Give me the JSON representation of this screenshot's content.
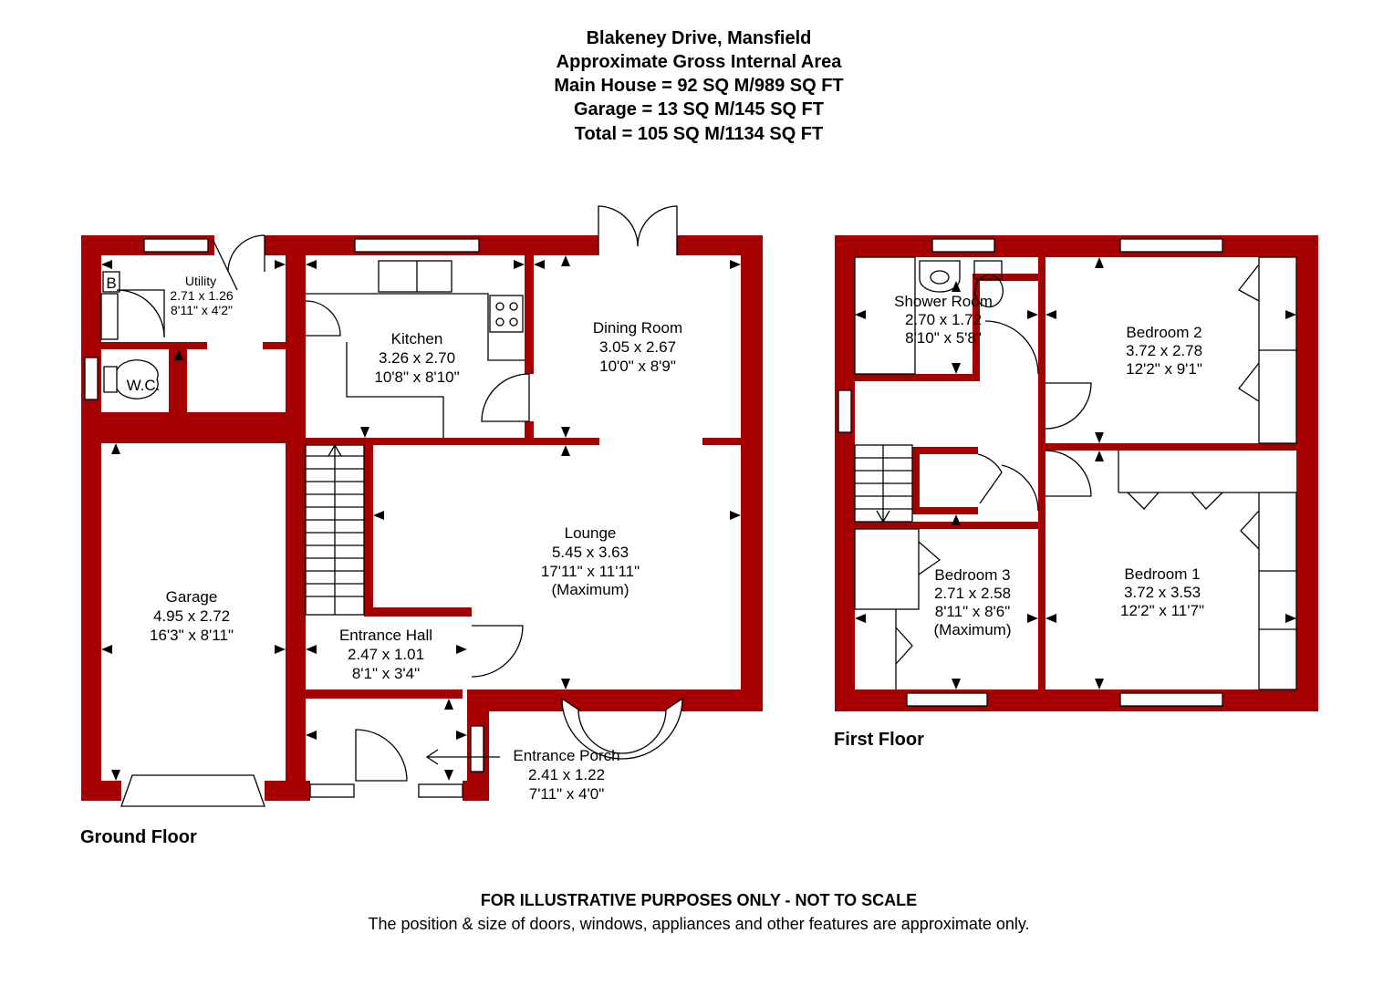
{
  "header": {
    "line1": "Blakeney Drive, Mansfield",
    "line2": "Approximate Gross Internal Area",
    "line3": "Main House = 92 SQ M/989 SQ FT",
    "line4": "Garage = 13 SQ M/145 SQ FT",
    "line5": "Total = 105 SQ M/1134 SQ FT"
  },
  "ground_floor": {
    "label": "Ground Floor",
    "rooms": {
      "utility": {
        "name": "Utility",
        "metric": "2.71 x 1.26",
        "imperial": "8'11\" x 4'2\""
      },
      "wc": {
        "name": "W.C."
      },
      "boiler": {
        "name": "B"
      },
      "kitchen": {
        "name": "Kitchen",
        "metric": "3.26 x 2.70",
        "imperial": "10'8\" x 8'10\""
      },
      "dining": {
        "name": "Dining Room",
        "metric": "3.05 x 2.67",
        "imperial": "10'0\" x 8'9\""
      },
      "lounge": {
        "name": "Lounge",
        "metric": "5.45 x 3.63",
        "imperial": "17'11\" x 11'11\"",
        "note": "(Maximum)"
      },
      "garage": {
        "name": "Garage",
        "metric": "4.95 x 2.72",
        "imperial": "16'3\" x 8'11\""
      },
      "hall": {
        "name": "Entrance Hall",
        "metric": "2.47 x 1.01",
        "imperial": "8'1\" x 3'4\""
      },
      "porch": {
        "name": "Entrance Porch",
        "metric": "2.41 x 1.22",
        "imperial": "7'11\" x 4'0\""
      }
    }
  },
  "first_floor": {
    "label": "First Floor",
    "rooms": {
      "shower": {
        "name": "Shower Room",
        "metric": "2.70 x 1.72",
        "imperial": "8'10\" x 5'8\""
      },
      "bedroom2": {
        "name": "Bedroom 2",
        "metric": "3.72 x 2.78",
        "imperial": "12'2\" x 9'1\""
      },
      "bedroom3": {
        "name": "Bedroom 3",
        "metric": "2.71 x 2.58",
        "imperial": "8'11\" x 8'6\"",
        "note": "(Maximum)"
      },
      "bedroom1": {
        "name": "Bedroom 1",
        "metric": "3.72 x 3.53",
        "imperial": "12'2\" x 11'7\""
      }
    }
  },
  "footer": {
    "disclaimer": "FOR ILLUSTRATIVE PURPOSES ONLY - NOT TO SCALE",
    "note": "The position & size of doors, windows, appliances and other features are approximate only."
  },
  "colors": {
    "wall": "#a50000",
    "line": "#000000",
    "background": "#ffffff"
  }
}
